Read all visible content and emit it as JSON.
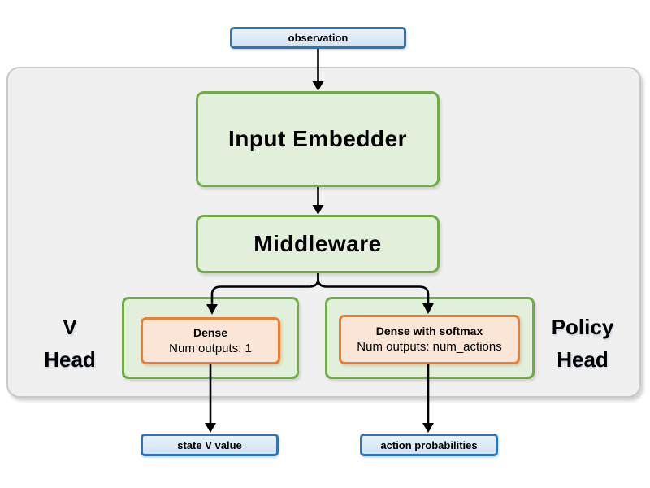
{
  "nodes": {
    "observation": {
      "label": "observation"
    },
    "input_embedder": {
      "label": "Input Embedder"
    },
    "middleware": {
      "label": "Middleware"
    },
    "v_head": {
      "label_line1": "V",
      "label_line2": "Head",
      "dense": {
        "title": "Dense",
        "subtitle": "Num outputs: 1"
      }
    },
    "policy_head": {
      "label_line1": "Policy",
      "label_line2": "Head",
      "dense": {
        "title": "Dense with softmax",
        "subtitle": "Num outputs: num_actions"
      }
    },
    "state_v_value": {
      "label": "state V value"
    },
    "action_probabilities": {
      "label": "action probabilities"
    }
  },
  "colors": {
    "green_border": "#70ad47",
    "green_fill": "#e2efda",
    "orange_border": "#ed7d31",
    "orange_fill": "#fbe5d6",
    "blue_border": "#2e75b6",
    "blue_fill": "#dbe9f7",
    "container_fill": "#f0f0f0",
    "container_border": "#c9c9c9",
    "arrow": "#000000"
  }
}
